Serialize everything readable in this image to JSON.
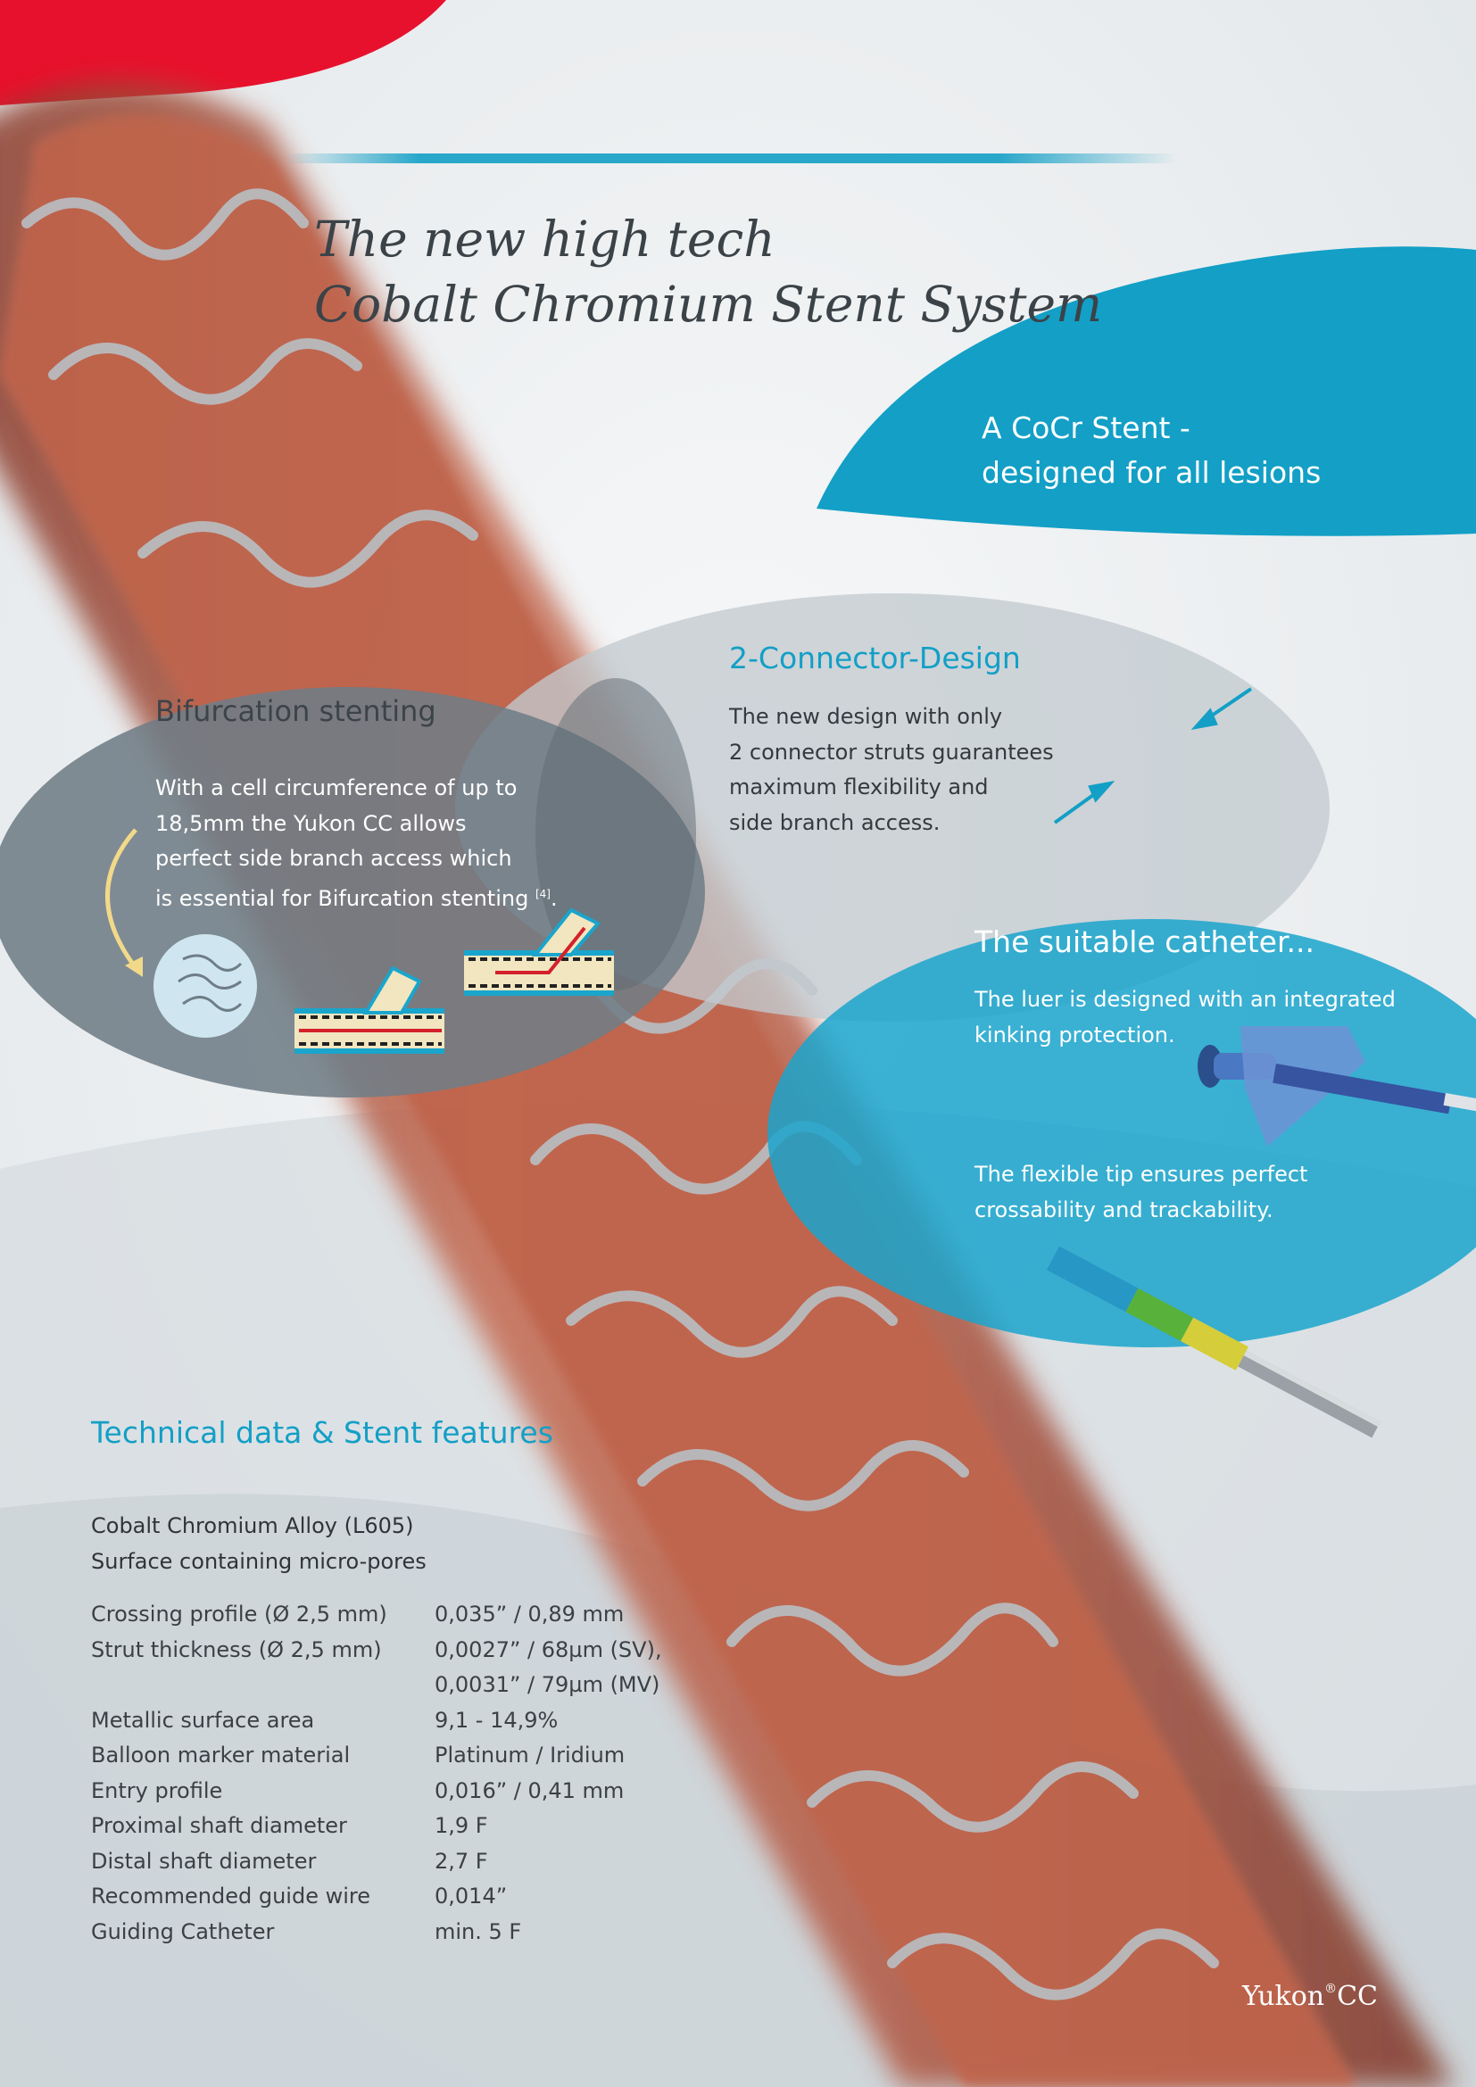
{
  "title": {
    "line1": "The new high tech",
    "line2": "Cobalt Chromium Stent System"
  },
  "lesion_callout": {
    "line1": "A CoCr Stent -",
    "line2": "designed for all lesions"
  },
  "connector": {
    "title": "2-Connector-Design",
    "lines": [
      "The new design with only",
      "2 connector struts guarantees",
      "maximum flexibility and",
      "side branch access."
    ]
  },
  "bifurcation": {
    "title": "Bifurcation stenting",
    "lines": [
      "With a cell circumference of up to",
      "18,5mm the Yukon CC allows",
      "perfect side branch access which",
      "is essential for Bifurcation stenting"
    ],
    "reference": "[4]",
    "trailing": "."
  },
  "catheter": {
    "title": "The suitable catheter...",
    "luer_lines": [
      "The luer is designed with an integrated",
      "kinking protection."
    ],
    "tip_lines": [
      "The flexible tip ensures perfect",
      "crossability and trackability."
    ]
  },
  "technical": {
    "title": "Technical data & Stent features",
    "headings": [
      "Cobalt Chromium Alloy (L605)",
      "Surface containing micro-pores"
    ],
    "rows": [
      {
        "label": "Crossing profile (Ø 2,5 mm)",
        "values": [
          "0,035” / 0,89 mm"
        ]
      },
      {
        "label": "Strut thickness (Ø 2,5 mm)",
        "values": [
          "0,0027” / 68µm (SV),",
          "0,0031” / 79µm (MV)"
        ]
      },
      {
        "label": "Metallic surface area",
        "values": [
          "9,1 - 14,9%"
        ]
      },
      {
        "label": "Balloon marker material",
        "values": [
          "Platinum / Iridium"
        ]
      },
      {
        "label": "Entry profile",
        "values": [
          "0,016” / 0,41 mm"
        ]
      },
      {
        "label": "Proximal shaft diameter",
        "values": [
          "1,9 F"
        ]
      },
      {
        "label": "Distal shaft diameter",
        "values": [
          "2,7 F"
        ]
      },
      {
        "label": "Recommended guide wire",
        "values": [
          "0,014”"
        ]
      },
      {
        "label": "Guiding Catheter",
        "values": [
          "min. 5 F"
        ]
      }
    ]
  },
  "brand": {
    "name": "Yukon",
    "mark": "®",
    "suffix": "CC"
  },
  "colors": {
    "accent_blue": "#139fc6",
    "brand_red": "#e8112d",
    "stent_red": "#b5604a",
    "bubble_grey": "#7f8c94"
  },
  "icons": [
    "arrow-icon",
    "stent-cell-icon",
    "bifurcation-diagram-icon",
    "luer-connector-icon",
    "catheter-tip-icon"
  ]
}
